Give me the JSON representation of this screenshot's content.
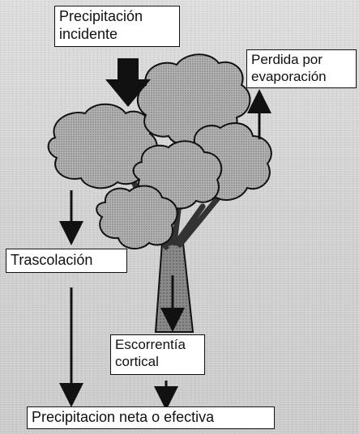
{
  "diagram": {
    "labels": {
      "precipitacion_incidente": "Precipitación\nincidente",
      "perdida_evaporacion": "Perdida por\nevaporación",
      "trascolacion": "Trascolación",
      "escorrentia_cortical": "Escorrentía\ncortical",
      "precipitacion_neta": "Precipitacion neta o efectiva"
    },
    "colors": {
      "foliage": "#a9a9a9",
      "outline": "#111111",
      "trunk": "#7a7a7a",
      "background": "#d4d4d4"
    }
  }
}
